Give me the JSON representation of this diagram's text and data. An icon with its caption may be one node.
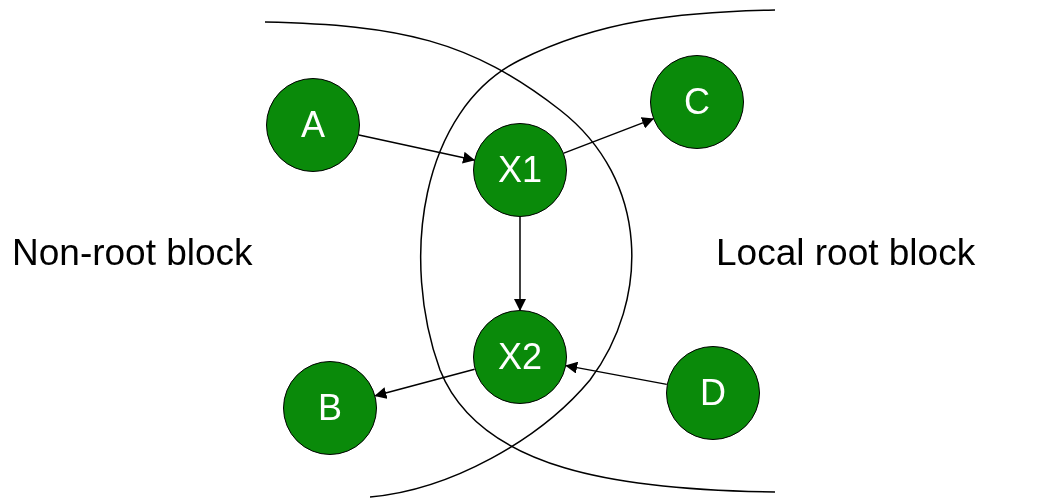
{
  "diagram": {
    "nodes": [
      {
        "text": [
          "A"
        ]
      },
      {
        "text": [
          "X1"
        ]
      },
      {
        "text": [
          "C"
        ]
      },
      {
        "text": [
          "X2"
        ]
      },
      {
        "text": [
          "B"
        ]
      },
      {
        "text": [
          "D"
        ]
      }
    ],
    "edges": [
      {
        "from": 0,
        "to": 1,
        "arrow": "to"
      },
      {
        "from": 1,
        "to": 2,
        "arrow": "to"
      },
      {
        "from": 1,
        "to": 3,
        "arrow": "to"
      },
      {
        "from": 3,
        "to": 4,
        "arrow": "to"
      },
      {
        "from": 5,
        "to": 3,
        "arrow": "to"
      }
    ],
    "labels": [
      "Non-root block",
      "Local root block"
    ]
  }
}
